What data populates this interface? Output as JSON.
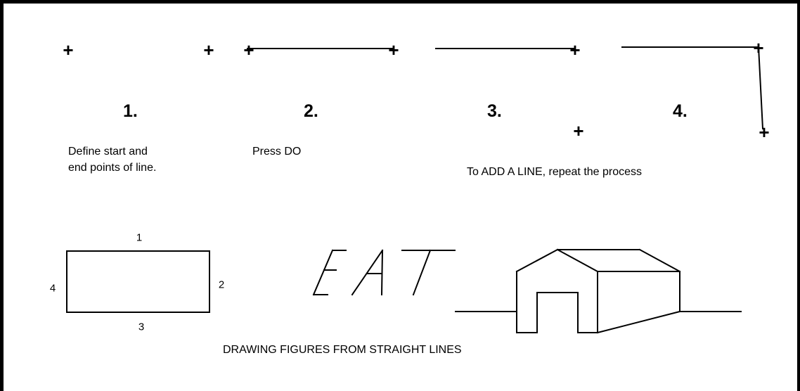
{
  "steps": [
    {
      "number": "1.",
      "caption_lines": [
        "Define start and",
        "end points of line."
      ]
    },
    {
      "number": "2.",
      "caption_lines": [
        "Press DO"
      ]
    },
    {
      "number": "3.",
      "caption_lines": []
    },
    {
      "number": "4.",
      "caption_lines": []
    }
  ],
  "add_line_caption": "To ADD A LINE, repeat the process",
  "point_marker": "+",
  "rectangle_sides": {
    "top": "1",
    "right": "2",
    "bottom": "3",
    "left": "4"
  },
  "footer_caption": "DRAWING FIGURES FROM STRAIGHT LINES",
  "line_color": "#000000",
  "background_color": "#ffffff"
}
